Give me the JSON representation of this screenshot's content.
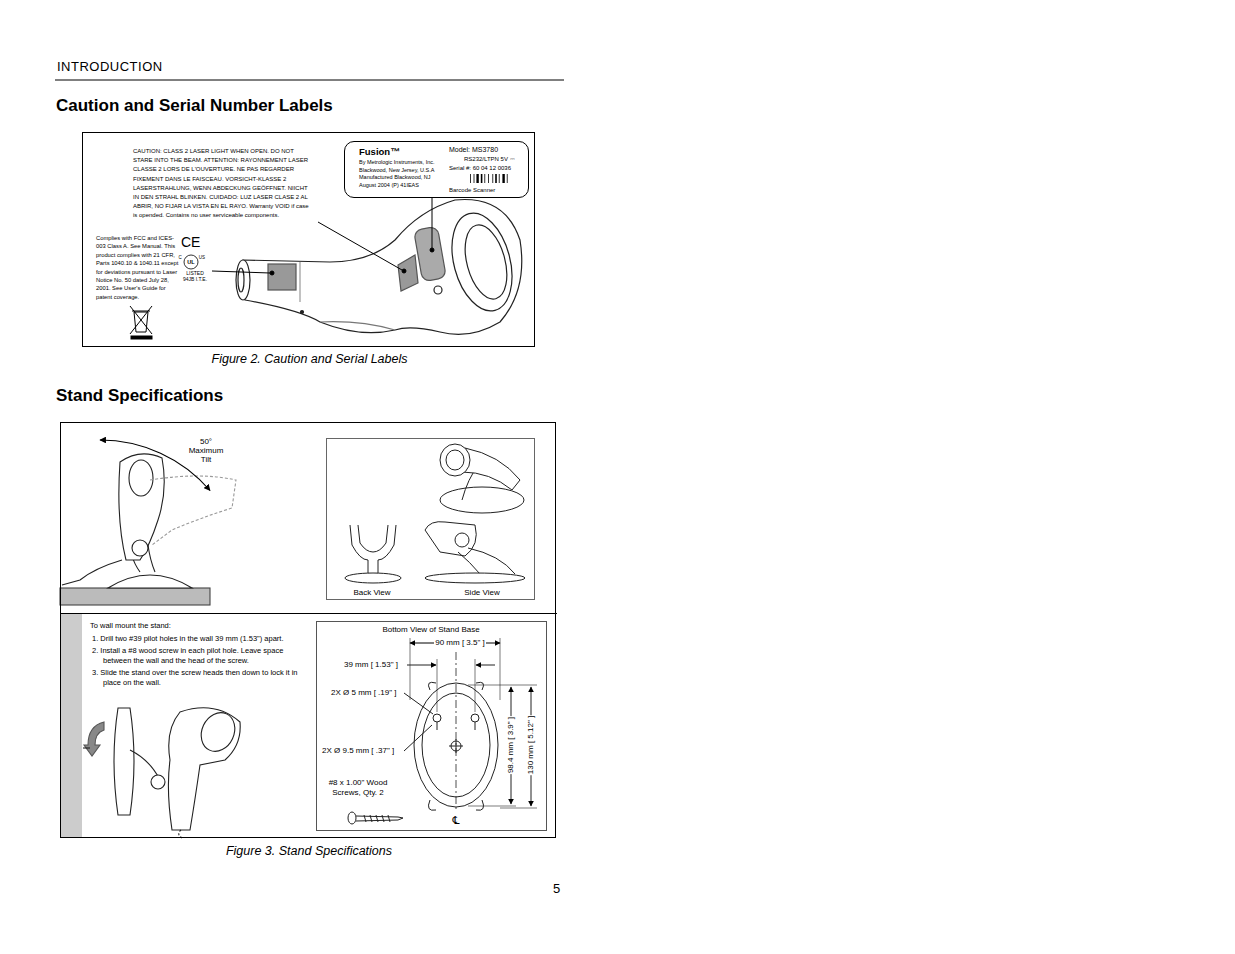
{
  "diagram": {
    "title": "INTRODUCTION",
    "nodes": [
      {
        "text": [
          "CAUTION: CLASS 2 LASER LIGHT WHEN OPEN. DO NOT STARE INTO THE BEAM. ATTENTION: RAYONNEMENT LASER CLASSE 2 LORS DE L'OUVERTURE. NE PAS REGARDER FIXEMENT DANS LE FAISCEAU. VORSICHT-KLASSE 2 LASERSTRAHLUNG, WENN ABDECKUNG GEÖFFNET. NIICHT IN DEN STRAHL BLINKEN. CUIDADO: LUZ LASER CLASE 2 AL ABRIR, NO FIJAR LA VISTA EN EL RAYO. Warranty VOID if case is opended. Contains no user serviceable components.",
          "Complies with FCC and ICES-003 Class A. See Manual. This product complies with 21 CFR, Parts 1040.10 & 1040.11 except for deviations pursuant to Laser Notice No. 50 dated July 28, 2001. See User's Guide for patent coverage.",
          "Figure 2. Caution and Serial Labels"
        ]
      },
      {
        "text": [
          "Fusion™",
          "By Metrologic Instruments, Inc. Blackwood, New Jersey, U.S.A Manufactured Blackwood, NJ August 2004 (P) 41IEAS",
          "Model: MS3780",
          "RS232/LTPN 5V ⎓",
          "Serial #: 60 04 12 0036",
          "Barcode Scanner"
        ],
        "in": 0
      },
      {
        "text": [
          "Figure 3. Stand Specifications"
        ]
      },
      {
        "text": [
          "50° Maximum Tilt"
        ],
        "in": 2
      },
      {
        "text": [
          "Back View",
          "Side View"
        ],
        "in": 2
      },
      {
        "text": [
          "To wall mount the stand:",
          "1. Drill two #39 pilot holes in the wall 39 mm (1.53\") apart.",
          "2. Install a #8 wood screw in each pilot hole. Leave space between the wall and the head of the screw.",
          "3. Slide the stand over the screw heads then down to lock it in place on the wall."
        ],
        "in": 2
      },
      {
        "text": [
          "Bottom View of Stand Base"
        ],
        "in": 2
      }
    ],
    "labels": [
      "Caution and Serial Number Labels",
      "Stand Specifications",
      "5",
      "CE",
      "C",
      "UL",
      "US",
      "LISTED 94JB I.T.E.",
      "90 mm [ 3.5\" ]",
      "39 mm [ 1.53\" ]",
      "2X Ø 5 mm [ .19\" ]",
      "2X Ø 9.5 mm [ .37\" ]",
      "#8 x 1.00\" Wood Screws, Qty. 2",
      "98.4 mm [ 3.9\" ]",
      "130 mm [ 5.12\" ]",
      "℄"
    ]
  }
}
